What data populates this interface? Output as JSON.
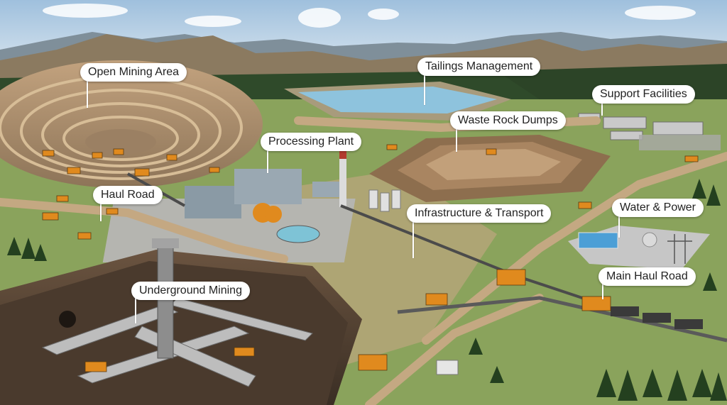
{
  "labels": {
    "open_mining_area": "Open Mining Area",
    "tailings_management": "Tailings Management",
    "support_facilities": "Support Facilities",
    "waste_rock_dumps": "Waste Rock Dumps",
    "processing_plant": "Processing Plant",
    "haul_road": "Haul Road",
    "infrastructure_transport": "Infrastructure & Transport",
    "water_power": "Water & Power",
    "main_haul_road": "Main Haul Road",
    "underground_mining": "Underground Mining"
  },
  "colors": {
    "sky": "#cfe0ee",
    "mountains": "#8a7a62",
    "forest": "#2f4a2a",
    "grass": "#8aa35c",
    "pit": "#a88a6a",
    "road": "#b89a78",
    "equipment": "#e08a1e",
    "water": "#5fa8cf",
    "callout_bg": "#ffffff",
    "callout_text": "#222222"
  }
}
